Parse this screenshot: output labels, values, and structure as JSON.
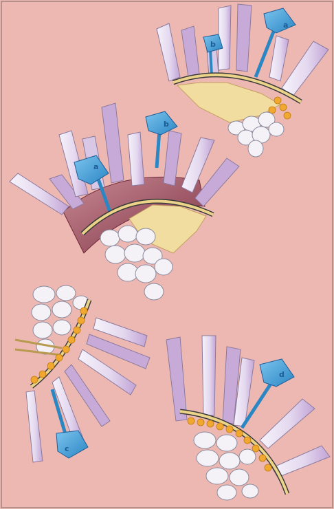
{
  "figure": {
    "background": "#eeb8b2",
    "panels": [
      {
        "id": "panel-top-right"
      },
      {
        "id": "panel-middle-left"
      },
      {
        "id": "panel-bottom-left"
      },
      {
        "id": "panel-bottom-right"
      }
    ]
  },
  "labels": {
    "top_a": "a",
    "top_b": "b",
    "mid_a": "a",
    "mid_b": "b",
    "bottom_left": "c",
    "bottom_right": "d"
  },
  "colors": {
    "cilia_light": "#f1eef8",
    "cilia_shade": "#c4a6d6",
    "cilia_outline": "#8a7a9c",
    "receptor_blue": "#3f9fd8",
    "membrane_yellow": "#ecd38a",
    "granule_orange": "#f0a830",
    "cell_white": "#f4f2f7",
    "tissue_maroon": "#9b5060"
  }
}
